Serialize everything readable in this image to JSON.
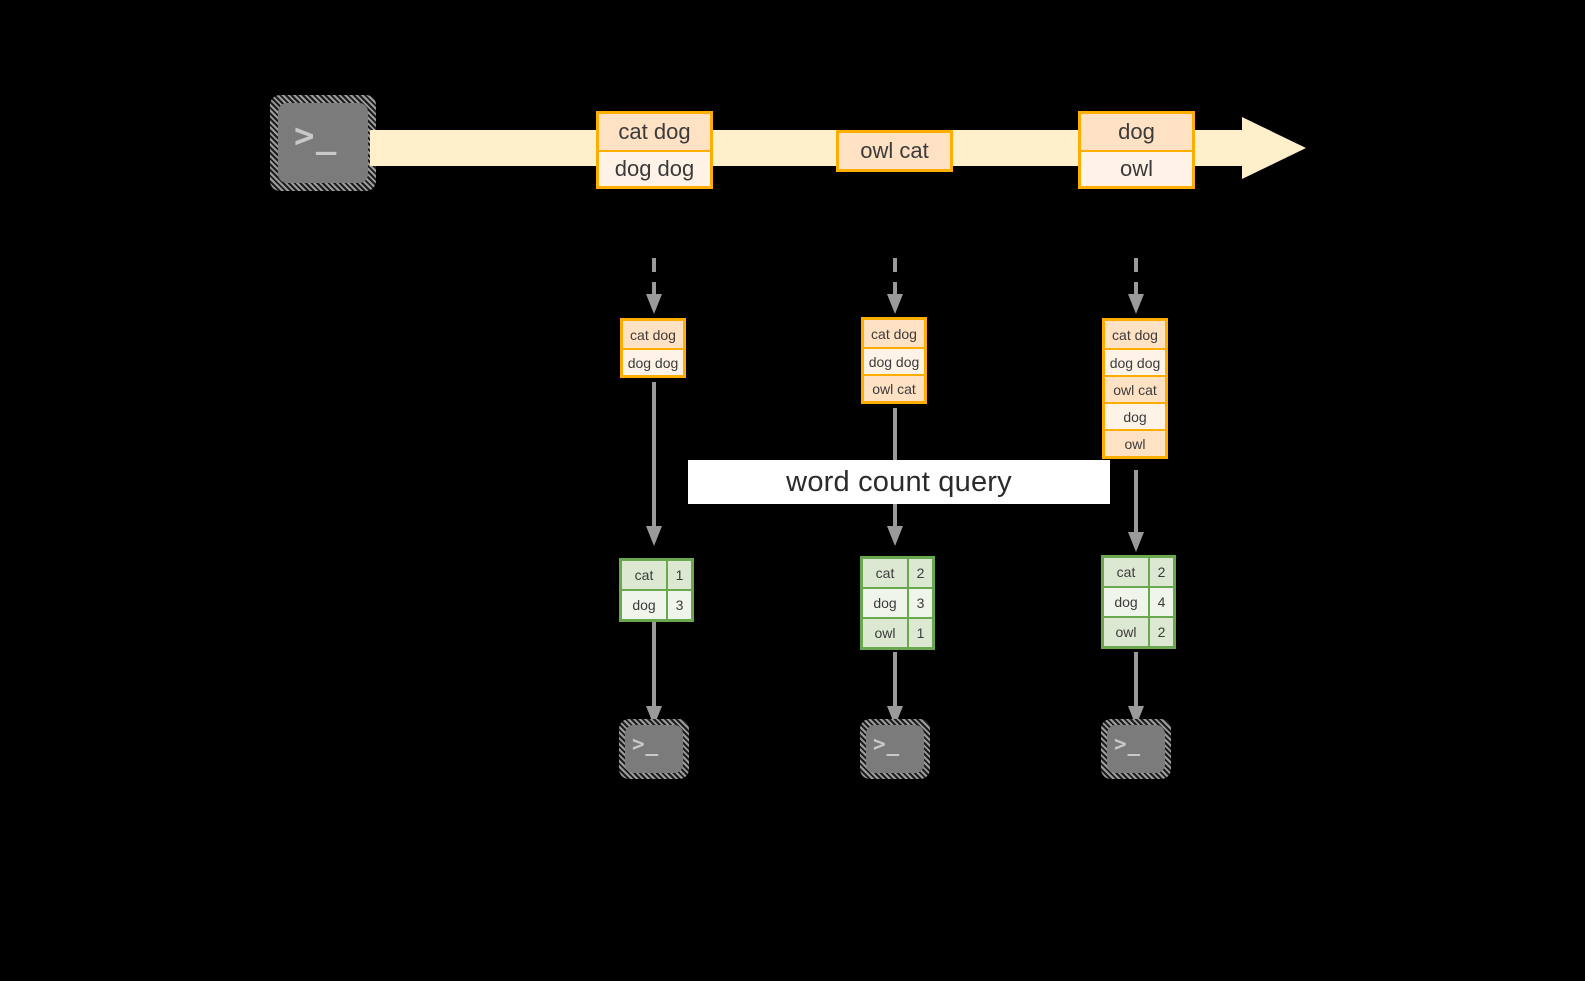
{
  "diagram": {
    "background_color": "#000000",
    "accent_orange": "#FFAE00",
    "accent_green": "#6AA84F",
    "stream_fill": "#FFEFCB",
    "terminal_gray": "#7b7b7b",
    "arrow_gray": "#9a9a9a"
  },
  "source": {
    "terminal_glyph": ">_",
    "icon_name": "terminal-icon"
  },
  "stream": {
    "label": "",
    "messages": [
      {
        "id": "msg-1",
        "lines": [
          {
            "text": "cat dog",
            "shade": "dark"
          },
          {
            "text": "dog dog",
            "shade": "light"
          }
        ]
      },
      {
        "id": "msg-2",
        "lines": [
          {
            "text": "owl cat",
            "shade": "dark"
          }
        ]
      },
      {
        "id": "msg-3",
        "lines": [
          {
            "text": "dog",
            "shade": "dark"
          },
          {
            "text": "owl",
            "shade": "light"
          }
        ]
      }
    ]
  },
  "query": {
    "label": "word count query"
  },
  "snapshots": [
    {
      "id": "snapshot-1",
      "input_rows": [
        {
          "text": "cat dog",
          "shade": "dark"
        },
        {
          "text": "dog dog",
          "shade": "light"
        }
      ],
      "result_rows": [
        {
          "word": "cat",
          "count": "1",
          "shade": "dark"
        },
        {
          "word": "dog",
          "count": "3",
          "shade": "light"
        }
      ],
      "sink_glyph": ">_"
    },
    {
      "id": "snapshot-2",
      "input_rows": [
        {
          "text": "cat dog",
          "shade": "dark"
        },
        {
          "text": "dog dog",
          "shade": "light"
        },
        {
          "text": "owl cat",
          "shade": "dark"
        }
      ],
      "result_rows": [
        {
          "word": "cat",
          "count": "2",
          "shade": "dark"
        },
        {
          "word": "dog",
          "count": "3",
          "shade": "light"
        },
        {
          "word": "owl",
          "count": "1",
          "shade": "dark"
        }
      ],
      "sink_glyph": ">_"
    },
    {
      "id": "snapshot-3",
      "input_rows": [
        {
          "text": "cat dog",
          "shade": "dark"
        },
        {
          "text": "dog dog",
          "shade": "light"
        },
        {
          "text": "owl cat",
          "shade": "dark"
        },
        {
          "text": "dog",
          "shade": "light"
        },
        {
          "text": "owl",
          "shade": "dark"
        }
      ],
      "result_rows": [
        {
          "word": "cat",
          "count": "2",
          "shade": "dark"
        },
        {
          "word": "dog",
          "count": "4",
          "shade": "light"
        },
        {
          "word": "owl",
          "count": "2",
          "shade": "dark"
        }
      ],
      "sink_glyph": ">_"
    }
  ]
}
